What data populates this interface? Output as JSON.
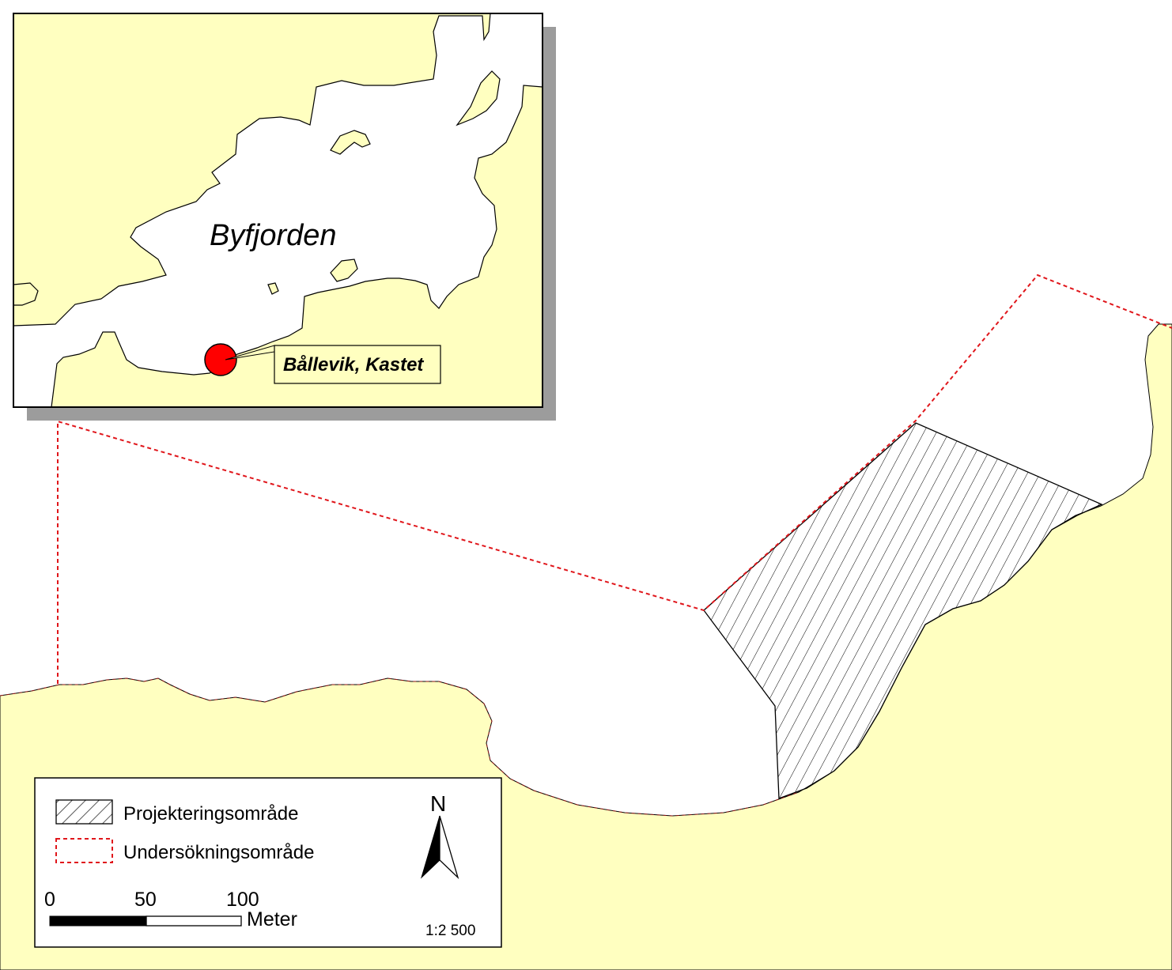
{
  "inset": {
    "title": "Byfjorden",
    "site_label": "Bållevik, Kastet"
  },
  "legend": {
    "items": [
      {
        "label": "Projekteringsområde",
        "symbol": "hatched-area"
      },
      {
        "label": "Undersökningsområde",
        "symbol": "red-dashed-outline"
      }
    ]
  },
  "north_arrow": {
    "label": "N"
  },
  "scale_bar": {
    "ticks": [
      "0",
      "50",
      "100"
    ],
    "unit": "Meter",
    "ratio": "1:2 500"
  },
  "colors": {
    "land": "#ffffc0",
    "water": "#ffffff",
    "survey_boundary": "#e0161b",
    "site_marker": "#ff0000",
    "hatch": "#000000",
    "shadow": "#9c9c9c"
  }
}
